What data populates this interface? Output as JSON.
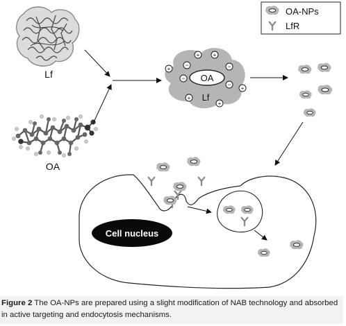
{
  "labels": {
    "lf": "Lf",
    "oa": "OA",
    "np_oa": "OA",
    "np_lf": "Lf",
    "nucleus": "Cell nucleus"
  },
  "legend": {
    "items": [
      {
        "icon": "nanoparticle-icon",
        "label": "OA-NPs"
      },
      {
        "icon": "receptor-icon",
        "label": "LfR"
      }
    ]
  },
  "caption": {
    "figure_label": "Figure 2",
    "text": " The OA-NPs are prepared using a slight modification of NAB technology and absorbed in active targeting and endocytosis mechanisms."
  },
  "colors": {
    "particle": "#b5b5b5",
    "particle_core": "#ffffff",
    "stroke": "#222222",
    "caption_bg": "#f2f2f2"
  }
}
